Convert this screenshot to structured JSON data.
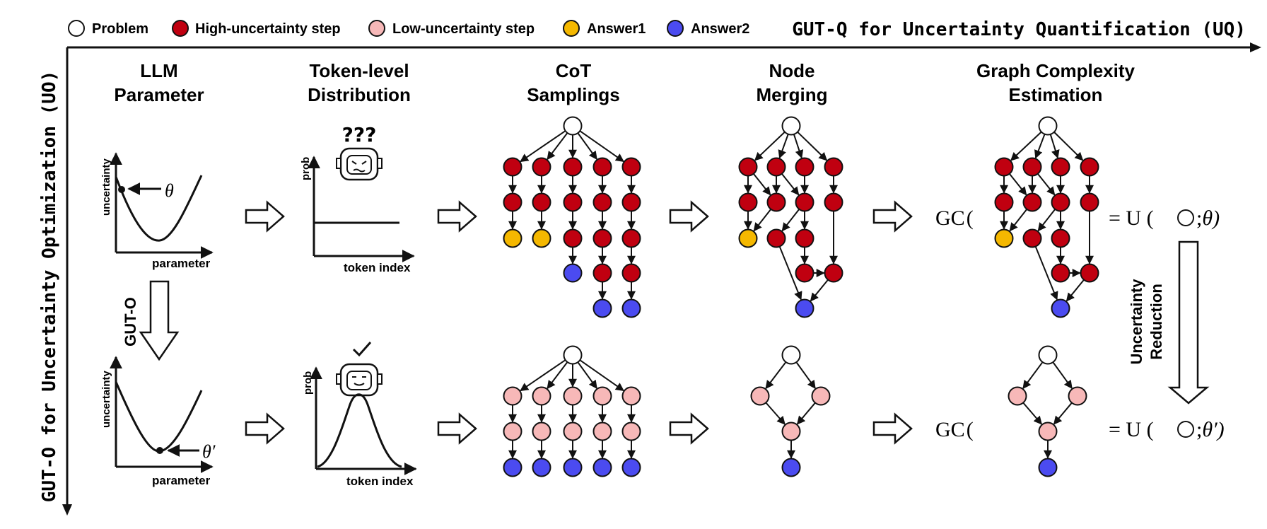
{
  "legend": [
    {
      "label": "Problem",
      "color": "#ffffff"
    },
    {
      "label": "High-uncertainty step",
      "color": "#c00010"
    },
    {
      "label": "Low-uncertainty step",
      "color": "#f7b8b8"
    },
    {
      "label": "Answer1",
      "color": "#f5b800"
    },
    {
      "label": "Answer2",
      "color": "#4b4bf0"
    }
  ],
  "axes": {
    "horizontal_title": "GUT-Q for Uncertainty Quantification (UQ)",
    "vertical_title": "GUT-O for Uncertainty Optimization (UO)"
  },
  "columns": [
    {
      "line1": "LLM",
      "line2": "Parameter"
    },
    {
      "line1": "Token-level",
      "line2": "Distribution"
    },
    {
      "line1": "CoT",
      "line2": "Samplings"
    },
    {
      "line1": "Node",
      "line2": "Merging"
    },
    {
      "line1": "Graph Complexity",
      "line2": "Estimation"
    }
  ],
  "param_plot": {
    "ylabel": "uncertainty",
    "xlabel": "parameter",
    "theta_top": "θ",
    "theta_bottom": "θ′"
  },
  "token_plot": {
    "ylabel": "prob",
    "xlabel": "token index",
    "question_marks": "???"
  },
  "gut_o_label": "GUT-O",
  "gc_label": "GC",
  "uq_formula": {
    "top_rhs": "θ)",
    "bottom_rhs": "θ′)",
    "eq": "= U (",
    "sep": ";"
  },
  "reduction_label": {
    "line1": "Uncertainty",
    "line2": "Reduction"
  },
  "colors": {
    "red": "#c00010",
    "pink": "#f7b8b8",
    "yellow": "#f5b800",
    "blue": "#4b4bf0",
    "stroke": "#111111"
  }
}
